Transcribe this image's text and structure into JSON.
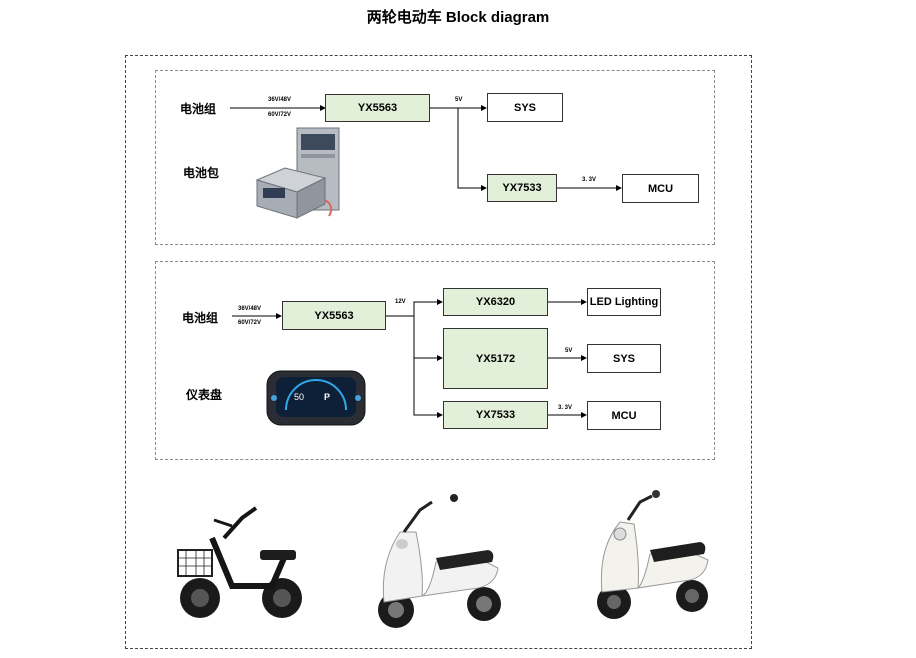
{
  "title": "两轮电动车  Block diagram",
  "section1": {
    "battery_group": "电池组",
    "battery_pack": "电池包",
    "input_v1": "36V/48V",
    "input_v2": "60V/72V",
    "main_chip": "YX5563",
    "out_5v": "5V",
    "sys": "SYS",
    "ldo": "YX7533",
    "out_33v": "3. 3V",
    "mcu": "MCU"
  },
  "section2": {
    "battery_group": "电池组",
    "dashboard": "仪表盘",
    "input_v1": "36V/48V",
    "input_v2": "60V/72V",
    "main_chip": "YX5563",
    "out_12v": "12V",
    "led_driver": "YX6320",
    "led": "LED Lighting",
    "buck": "YX5172",
    "out_5v": "5V",
    "sys": "SYS",
    "ldo": "YX7533",
    "out_33v": "3. 3V",
    "mcu": "MCU",
    "dash_speed": "50",
    "dash_gear": "P"
  },
  "colors": {
    "chip_fill": "#e2efd9",
    "border": "#333333"
  }
}
